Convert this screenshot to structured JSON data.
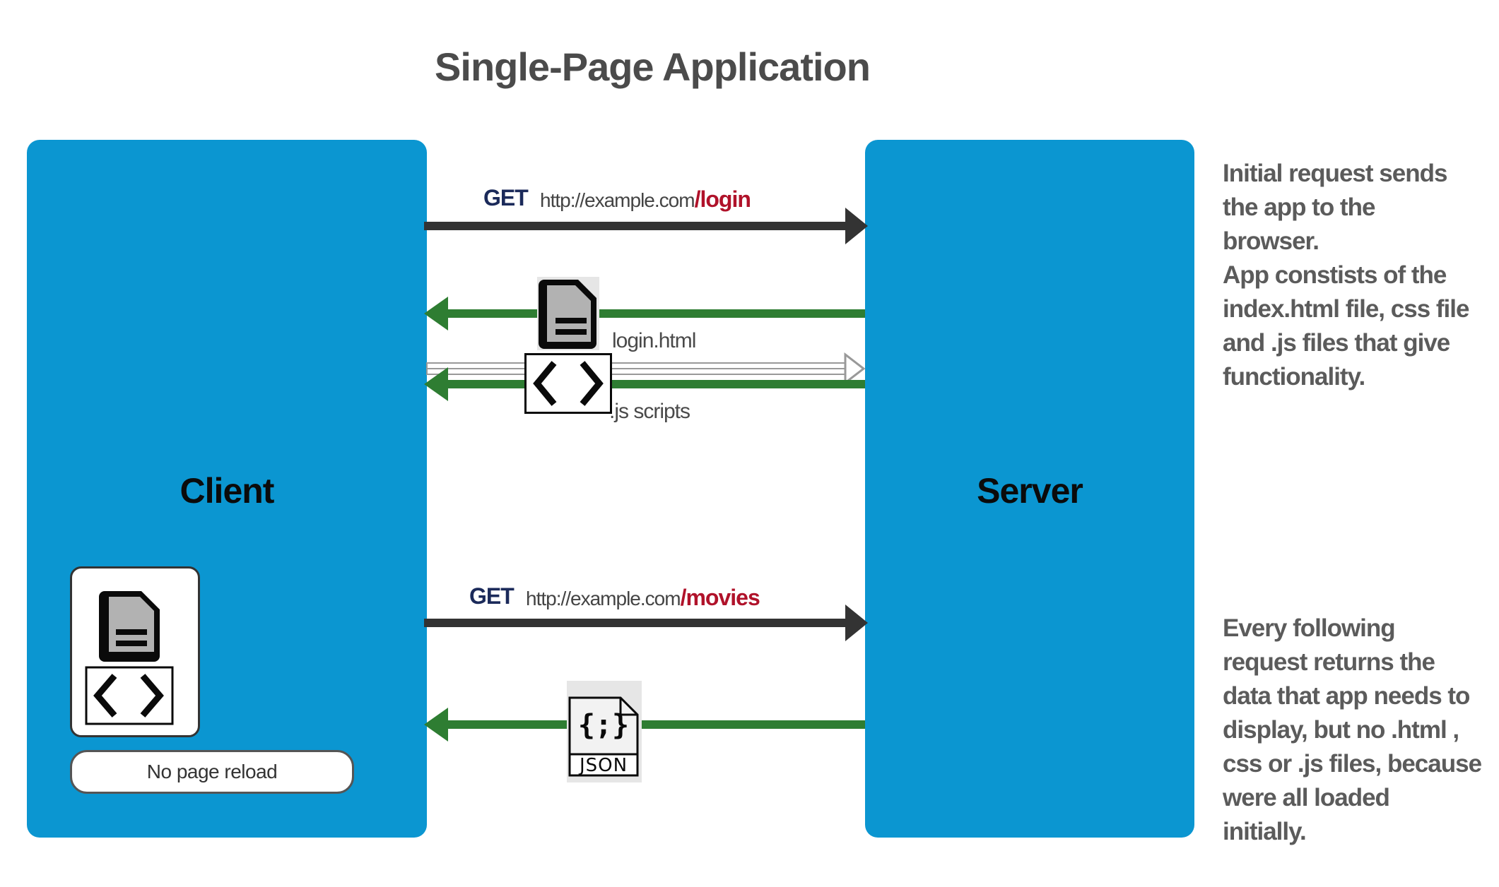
{
  "title": "Single-Page Application",
  "client": {
    "label": "Client",
    "pill": "No page reload"
  },
  "server": {
    "label": "Server"
  },
  "request1": {
    "method": "GET",
    "base": "http://example.com",
    "path": "/login"
  },
  "response1": {
    "html_label": "login.html",
    "js_label": ".js scripts"
  },
  "request2": {
    "method": "GET",
    "base": "http://example.com",
    "path": "/movies"
  },
  "response2": {
    "icon": "json-file-icon",
    "icon_text": "JSON",
    "icon_glyph": "{;}"
  },
  "notes": {
    "initial": [
      "Initial request sends",
      "the app to the",
      "browser.",
      "App constists of the",
      "index.html file, css file",
      "and .js files that give",
      "functionality."
    ],
    "following": [
      "Every following",
      "request returns the",
      "data that app needs to",
      "display, but no .html ,",
      "css or .js files, because",
      "were all loaded",
      "initially."
    ]
  },
  "colors": {
    "panel": "#0b96d1",
    "request_arrow": "#333333",
    "response_arrow": "#2e7d32",
    "path": "#b0122a",
    "method": "#1b2a5a"
  }
}
